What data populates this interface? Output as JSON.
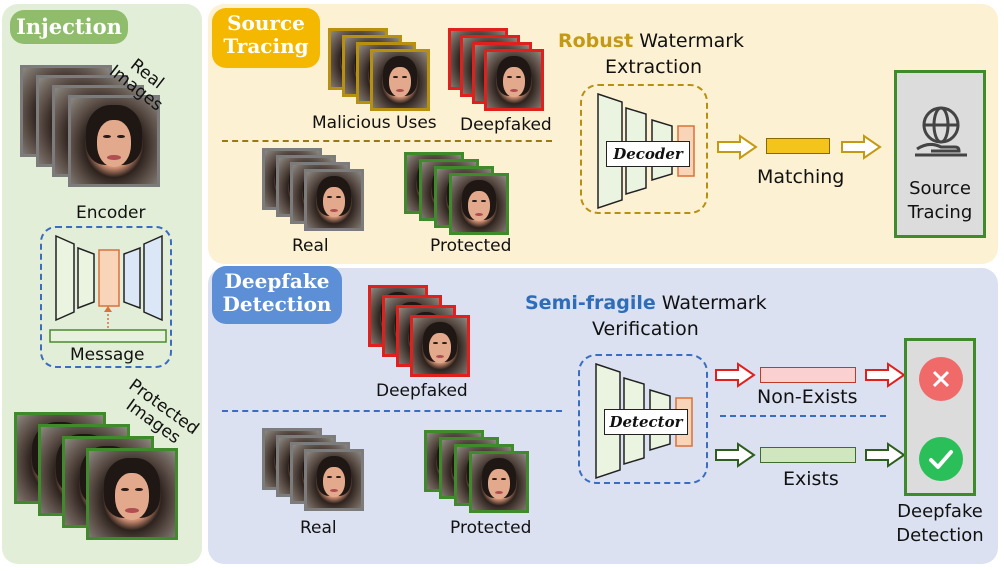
{
  "injection": {
    "badge": "Injection",
    "real_images": "Real\nImages",
    "encoder": "Encoder",
    "message": "Message",
    "protected_images": "Protected\nImages"
  },
  "source_tracing": {
    "badge_line1": "Source",
    "badge_line2": "Tracing",
    "malicious_uses": "Malicious Uses",
    "deepfaked": "Deepfaked",
    "real": "Real",
    "protected": "Protected",
    "title_highlight": "Robust",
    "title_rest": " Watermark",
    "title_line2": "Extraction",
    "decoder": "Decoder",
    "matching": "Matching",
    "result_line1": "Source",
    "result_line2": "Tracing",
    "result_icon": "globe-hand-icon"
  },
  "deepfake_detection": {
    "badge_line1": "Deepfake",
    "badge_line2": "Detection",
    "deepfaked": "Deepfaked",
    "real": "Real",
    "protected": "Protected",
    "title_highlight": "Semi-fragile",
    "title_rest": " Watermark",
    "title_line2": "Verification",
    "detector": "Detector",
    "non_exists": "Non-Exists",
    "exists": "Exists",
    "result_line1": "Deepfake",
    "result_line2": "Detection",
    "result_icons": [
      "x-circle-icon",
      "check-circle-icon"
    ]
  },
  "colors": {
    "injection_bg": "#e2eed7",
    "injection_badge": "#8fbd6c",
    "source_bg": "#fdf1d4",
    "source_badge": "#f5b800",
    "detect_bg": "#dbe1f1",
    "detect_badge": "#5c8fd6",
    "robust_text": "#c49a12",
    "semifragile_text": "#2f6db8",
    "gold_bar": "#f3c51c",
    "red_bar": "#fbd0d0",
    "green_bar": "#cfe6bf",
    "red_icon": "#f06a6a",
    "green_icon": "#2bbf59"
  }
}
